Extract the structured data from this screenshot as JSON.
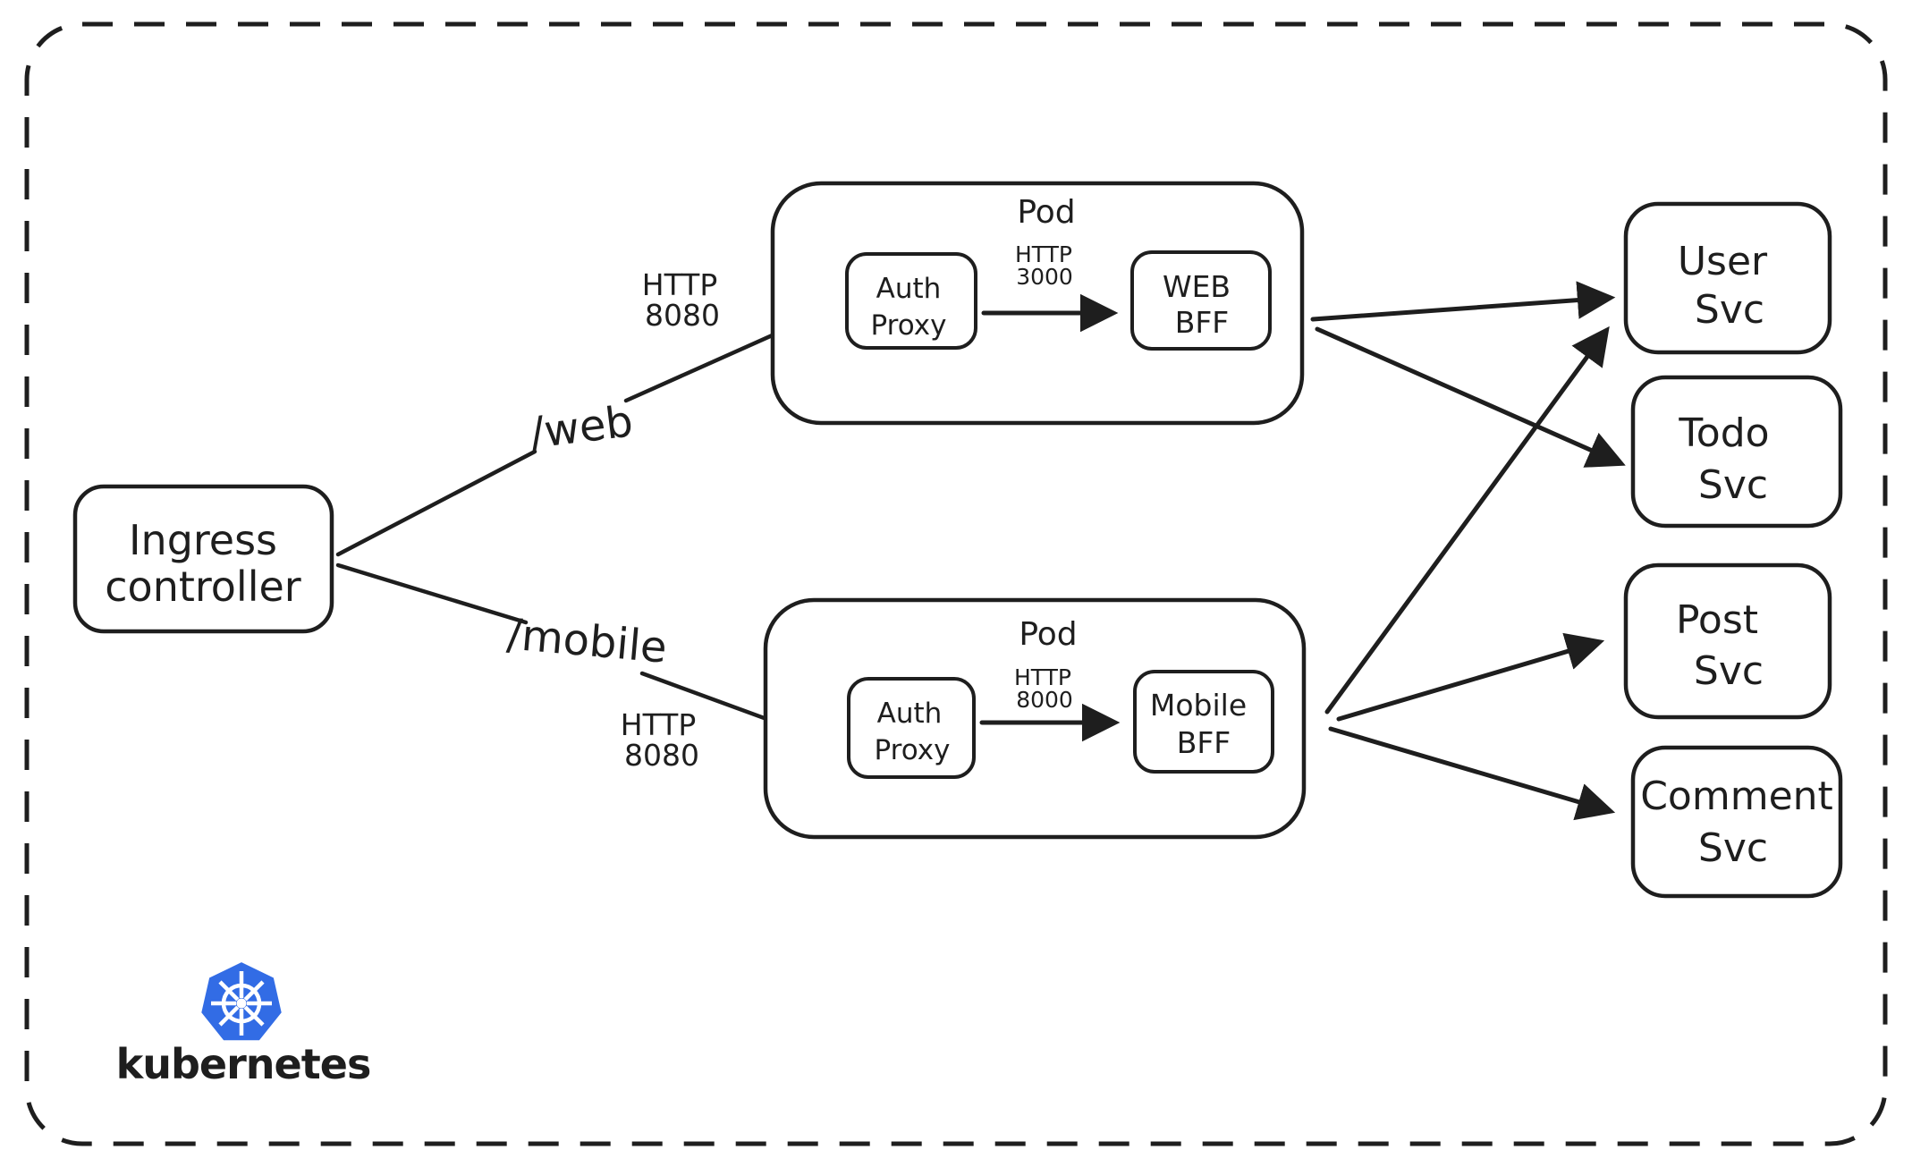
{
  "colors": {
    "stroke": "#1e1e1e",
    "web_pod_hatch": "#f9bcbc",
    "mobile_pod_hatch": "#a8d4f8",
    "service_hatch": "#9fe8b2",
    "kubernetes_blue": "#326ce5",
    "kubernetes_text": "#3a4048"
  },
  "ingress": {
    "label_lines": [
      "Ingress",
      "controller"
    ]
  },
  "routes": {
    "web": {
      "path": "/web",
      "port_lines": [
        "HTTP",
        "8080"
      ]
    },
    "mobile": {
      "path": "/mobile",
      "port_lines": [
        "HTTP",
        "8080"
      ]
    }
  },
  "pods": {
    "web": {
      "title": "Pod",
      "auth_proxy_lines": [
        "Auth",
        "Proxy"
      ],
      "internal_port_lines": [
        "HTTP",
        "3000"
      ],
      "bff_lines": [
        "WEB",
        "BFF"
      ]
    },
    "mobile": {
      "title": "Pod",
      "auth_proxy_lines": [
        "Auth",
        "Proxy"
      ],
      "internal_port_lines": [
        "HTTP",
        "8000"
      ],
      "bff_lines": [
        "Mobile",
        "BFF"
      ]
    }
  },
  "services": [
    {
      "name_lines": [
        "User",
        "Svc"
      ]
    },
    {
      "name_lines": [
        "Todo",
        "Svc"
      ]
    },
    {
      "name_lines": [
        "Post",
        "Svc"
      ]
    },
    {
      "name_lines": [
        "Comment",
        "Svc"
      ]
    }
  ],
  "branding": {
    "wordmark": "kubernetes"
  }
}
